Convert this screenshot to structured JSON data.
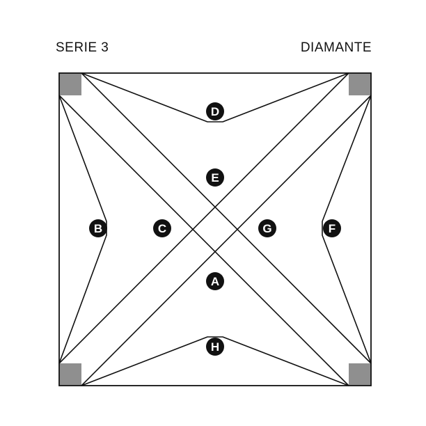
{
  "header": {
    "series_label": "SERIE  3",
    "pattern_name": "DIAMANTE"
  },
  "markers": [
    {
      "id": "A",
      "label": "A"
    },
    {
      "id": "B",
      "label": "B"
    },
    {
      "id": "C",
      "label": "C"
    },
    {
      "id": "D",
      "label": "D"
    },
    {
      "id": "E",
      "label": "E"
    },
    {
      "id": "F",
      "label": "F"
    },
    {
      "id": "G",
      "label": "G"
    },
    {
      "id": "H",
      "label": "H"
    }
  ],
  "colors": {
    "line": "#111111",
    "corner_square": "#8f8f8f",
    "marker_fill": "#111111",
    "marker_text": "#ffffff"
  }
}
